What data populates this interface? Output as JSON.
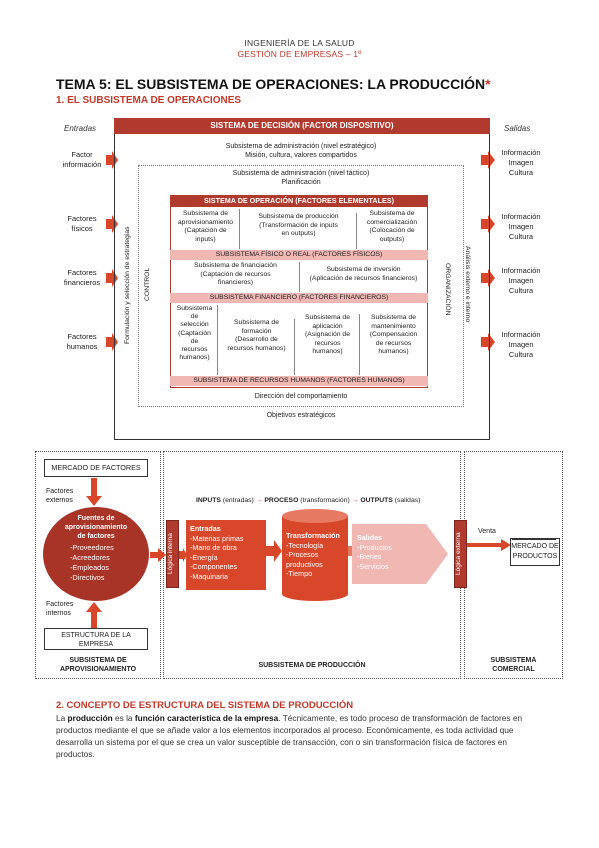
{
  "header": {
    "line1": "INGENIERÍA DE LA SALUD",
    "line2": "GESTIÓN DE EMPRESAS – 1º"
  },
  "title": "TEMA 5: EL SUBSISTEMA DE OPERACIONES: LA PRODUCCIÓN",
  "title_star": "*",
  "section1": "1. EL SUBSISTEMA DE OPERACIONES",
  "diagram1": {
    "entradas": "Entradas",
    "salidas": "Salidas",
    "inputs": [
      [
        "Factor",
        "información"
      ],
      [
        "Factores",
        "físicos"
      ],
      [
        "Factores",
        "financieros"
      ],
      [
        "Factores",
        "humanos"
      ]
    ],
    "outputs": [
      "Información",
      "Imagen",
      "Cultura"
    ],
    "decision_title": "SISTEMA DE DECISIÓN (FACTOR DISPOSITIVO)",
    "strategic_1": "Subsistema de administración (nivel estratégico)",
    "strategic_2": "Misión, cultura, valores compartidos",
    "tactical_1": "Subsistema de administración (nivel táctico)",
    "tactical_2": "Planificación",
    "operation_title": "SISTEMA DE OPERACIÓN (FACTORES ELEMENTALES)",
    "row1": [
      [
        "Subsistema de",
        "aprovisionamiento",
        "(Captación de",
        "inputs)"
      ],
      [
        "Subsistema de producción",
        "(Transformación de inputs",
        "en outputs)"
      ],
      [
        "Subsistema de",
        "comercialización",
        "(Colocación de",
        "outputs)"
      ]
    ],
    "band1": "SUBSISTEMA FÍSICO O REAL (FACTORES FÍSICOS)",
    "row2": [
      [
        "Subsistema de financiación",
        "(Captación de recursos",
        "financieros)"
      ],
      [
        "Subsistema de inversión",
        "(Aplicación de recursos financieros)"
      ]
    ],
    "band2": "SUBSISTEMA FINANCIERO (FACTORES FINANCIEROS)",
    "row3": [
      [
        "Subsistema",
        "de",
        "selección",
        "(Captación",
        "de",
        "recursos",
        "humanos)"
      ],
      [
        "Subsistema de",
        "formación",
        "(Desarrollo de",
        "recursos humanos)"
      ],
      [
        "Subsistema de",
        "aplicación",
        "(Asignación de",
        "recursos",
        "humanos)"
      ],
      [
        "Subsistema de",
        "mantenimiento",
        "(Compensación",
        "de recursos",
        "humanos)"
      ]
    ],
    "band3": "SUBSISTEMA DE RECURSOS HUMANOS (FACTORES HUMANOS)",
    "direccion": "Dirección del comportamiento",
    "objetivos": "Objetivos estratégicos",
    "left_vertical_1": "Formulación y selección de estrategias",
    "left_vertical_2": "CONTROL",
    "right_vertical_1": "ORGANIZACIÓN",
    "right_vertical_2": "Análisis externo e interno"
  },
  "diagram2": {
    "mercado_factores": "MERCADO DE FACTORES",
    "factores_externos": [
      "Factores",
      "externos"
    ],
    "factores_internos": [
      "Factores",
      "internos"
    ],
    "fuentes_title": [
      "Fuentes de",
      "aprovisionamiento",
      "de factores"
    ],
    "fuentes_items": [
      "-Proveedores",
      "-Acreedores",
      "-Empleados",
      "-Directivos"
    ],
    "estructura": [
      "ESTRUCTURA DE LA",
      "EMPRESA"
    ],
    "logica_interna": "Lógica interna",
    "logica_externa": "Lógica externa",
    "flow_inputs": "INPUTS",
    "flow_inputs_sub": "(entradas)",
    "flow_proceso": "PROCESO",
    "flow_proceso_sub": "(transformación)",
    "flow_outputs": "OUTPUTS",
    "flow_outputs_sub": "(salidas)",
    "flow_arrow": "→",
    "entradas_title": "Entradas",
    "entradas_items": [
      "-Materias primas",
      "-Mano de obra",
      "-Energía",
      "-Componentes",
      "-Maquinaria"
    ],
    "transf_title": "Transformación",
    "transf_items": [
      "-Tecnología",
      "-Procesos",
      "productivos",
      "-Tiempo"
    ],
    "salidas_title": "Salidas",
    "salidas_items": [
      "-Productos",
      "-Bienes",
      "-Servicios"
    ],
    "venta": "Venta",
    "mercado_productos": [
      "MERCADO DE",
      "PRODUCTOS"
    ],
    "foot_aprov": [
      "SUBSISTEMA DE",
      "APROVISIONAMIENTO"
    ],
    "foot_prod": "SUBSISTEMA DE PRODUCCIÓN",
    "foot_com": [
      "SUBSISTEMA",
      "COMERCIAL"
    ]
  },
  "section2": "2. CONCEPTO DE ESTRUCTURA DEL SISTEMA DE PRODUCCIÓN",
  "paragraph": {
    "p1": "La ",
    "b1": "producción",
    "p2": " es la ",
    "b2": "función característica de la empresa",
    "p3": ". Técnicamente, es todo proceso de transformación de factores en productos mediante el que se añade valor a los elementos incorporados al proceso. Económicamente, es toda actividad que desarrolla un sistema por el que se crea un valor susceptible de transacción, con o sin transformación física de factores en productos."
  },
  "colors": {
    "accent_red": "#b03a2e",
    "pink": "#f0b7b3",
    "arrow_red": "#d9472b"
  }
}
